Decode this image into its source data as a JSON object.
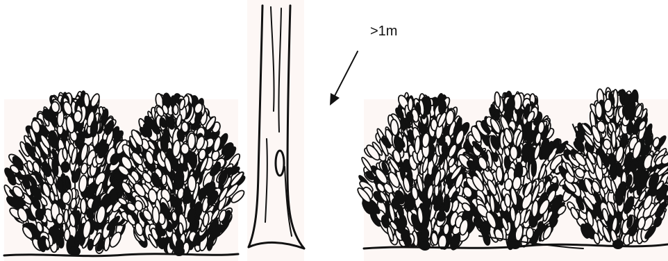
{
  "annotation": {
    "text": ">1m"
  },
  "scene": {
    "left_bush_count": 2,
    "right_bush_count": 3,
    "ink_color": "#111111",
    "background_tint": "#fdf7f5",
    "central_object": "tree-trunk"
  }
}
